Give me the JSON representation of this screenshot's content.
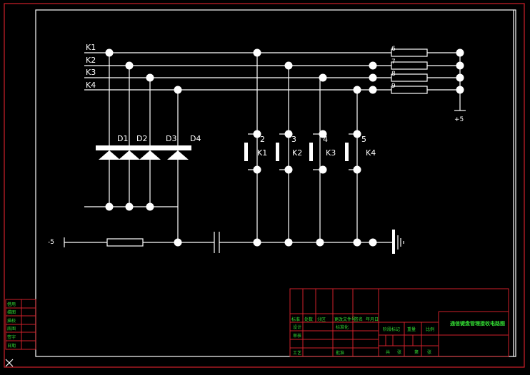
{
  "bus_labels": [
    "K1",
    "K2",
    "K3",
    "K4"
  ],
  "diode_labels": [
    "D1",
    "D2",
    "D3",
    "D4"
  ],
  "button_numbers": [
    "2",
    "3",
    "4",
    "5"
  ],
  "button_labels": [
    "K1",
    "K2",
    "K3",
    "K4"
  ],
  "resistor_pin_labels": [
    "6",
    "7",
    "8",
    "9"
  ],
  "plus_supply": "+5",
  "minus_supply": "-5",
  "title_block": {
    "title": "通信键盘管理接收电路图",
    "row_labels": [
      "标准",
      "处数",
      "分区",
      "更改文件号",
      "签名",
      "年月日"
    ],
    "left_labels": [
      "设计",
      "审核",
      "工艺"
    ],
    "mid_labels": [
      "标准化",
      "批准"
    ],
    "stage_label": "阶段标记",
    "weight_label": "重量",
    "scale_label": "比例",
    "sheet_labels": [
      "共",
      "张",
      "第",
      "张"
    ],
    "revision_labels": [
      "借用",
      "描图",
      "描校",
      "底图",
      "签字",
      "日期"
    ]
  },
  "colors": {
    "background": "#000000",
    "wire": "#ffffff",
    "outer_frame": "#d0202a",
    "title_text": "#33dd33"
  }
}
